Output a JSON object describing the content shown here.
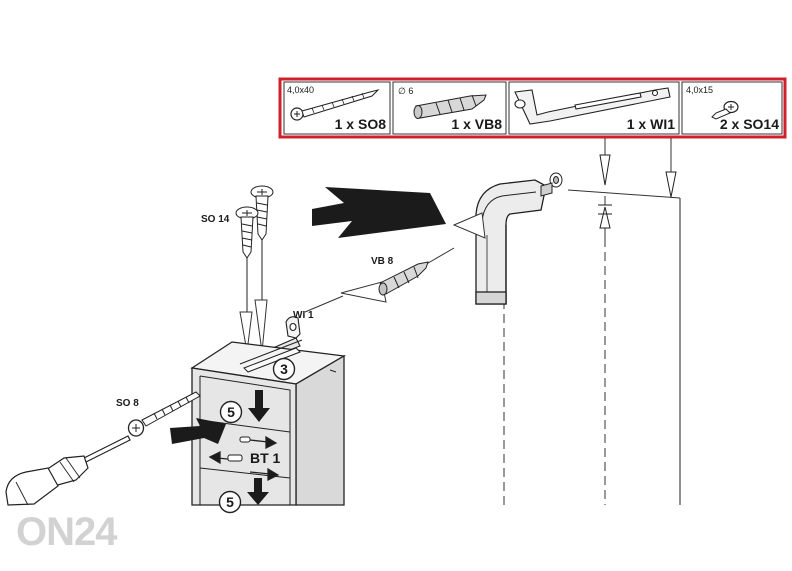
{
  "parts_box": {
    "border_color": "#d0202c",
    "items": [
      {
        "dim": "4,0x40",
        "qty": "1 x SO8",
        "icon": "long-screw-icon"
      },
      {
        "dim": "∅ 6",
        "qty": "1 x VB8",
        "icon": "wall-plug-icon"
      },
      {
        "dim": "",
        "qty": "1 x WI1",
        "icon": "angle-bracket-icon"
      },
      {
        "dim": "4,0x15",
        "qty": "2 x SO14",
        "icon": "short-screw-icon"
      }
    ]
  },
  "labels": {
    "so14": "SO 14",
    "vb8": "VB 8",
    "wi1": "WI 1",
    "so8": "SO 8",
    "bt1": "BT 1"
  },
  "steps": {
    "three": "3",
    "five_a": "5",
    "five_b": "5"
  },
  "watermark": "ON24"
}
